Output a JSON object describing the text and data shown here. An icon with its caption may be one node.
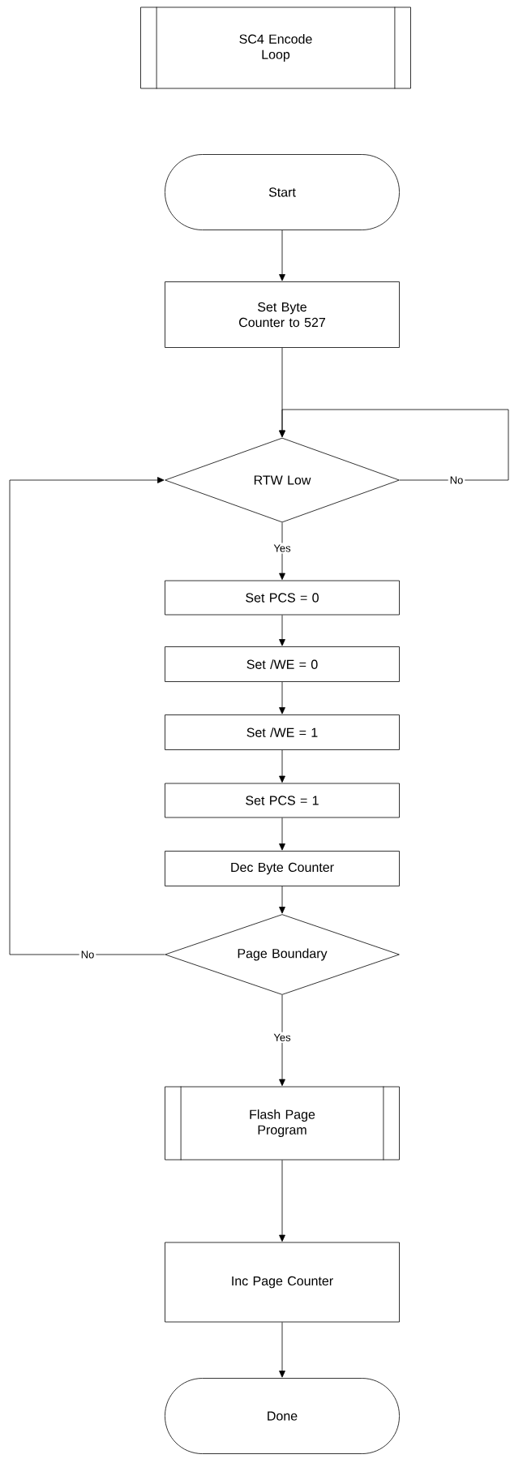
{
  "diagram": {
    "nodes": [
      {
        "text": [
          "SC4 Encode Loop"
        ]
      },
      {
        "text": [
          "Start"
        ]
      },
      {
        "text": [
          "Set Byte Counter to 527"
        ]
      },
      {
        "text": [
          "RTW Low"
        ]
      },
      {
        "text": [
          "Set PCS = 0"
        ]
      },
      {
        "text": [
          "Set /WE = 0"
        ]
      },
      {
        "text": [
          "Set /WE = 1"
        ]
      },
      {
        "text": [
          "Set PCS = 1"
        ]
      },
      {
        "text": [
          "Dec Byte Counter"
        ]
      },
      {
        "text": [
          "Page Boundary"
        ]
      },
      {
        "text": [
          "Flash Page Program"
        ]
      },
      {
        "text": [
          "Inc Page Counter"
        ]
      },
      {
        "text": [
          "Done"
        ]
      }
    ],
    "edges": [
      {
        "from": 1,
        "to": 2,
        "arrow": "to"
      },
      {
        "from": 2,
        "to": 3,
        "arrow": "to"
      },
      {
        "from": 3,
        "to": 3,
        "arrow": "to",
        "label": "No"
      },
      {
        "from": 3,
        "to": 4,
        "arrow": "to",
        "label": "Yes"
      },
      {
        "from": 4,
        "to": 5,
        "arrow": "to"
      },
      {
        "from": 5,
        "to": 6,
        "arrow": "to"
      },
      {
        "from": 6,
        "to": 7,
        "arrow": "to"
      },
      {
        "from": 7,
        "to": 8,
        "arrow": "to"
      },
      {
        "from": 8,
        "to": 9,
        "arrow": "to"
      },
      {
        "from": 9,
        "to": 3,
        "arrow": "to",
        "label": "No"
      },
      {
        "from": 9,
        "to": 10,
        "arrow": "to",
        "label": "Yes"
      },
      {
        "from": 10,
        "to": 11,
        "arrow": "to"
      },
      {
        "from": 11,
        "to": 12,
        "arrow": "to"
      }
    ]
  }
}
